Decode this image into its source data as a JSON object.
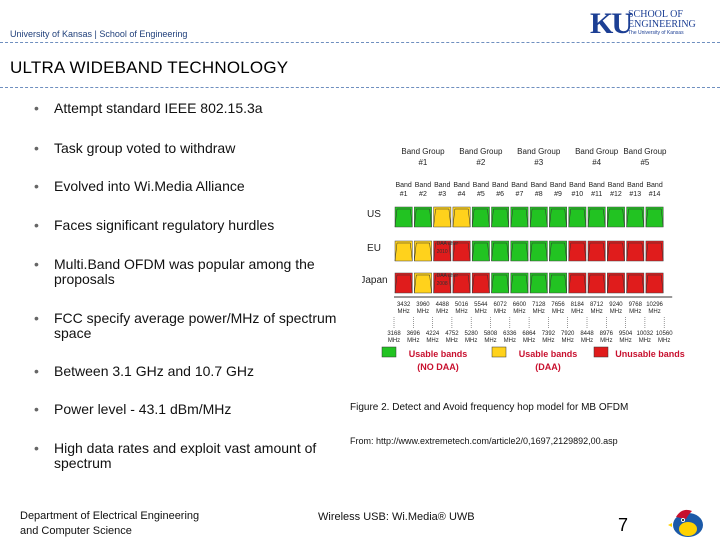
{
  "header": {
    "institution": "University of Kansas | School of Engineering",
    "logo_mark": "KU",
    "logo_line1": "SCHOOL OF",
    "logo_line2": "ENGINEERING",
    "logo_sub": "The University of Kansas"
  },
  "slide": {
    "title": "ULTRA WIDEBAND TECHNOLOGY",
    "bullets": [
      "Attempt standard IEEE 802.15.3a",
      "Task group voted to withdraw",
      "Evolved into Wi.Media Alliance",
      "Faces significant regulatory hurdles",
      "Multi.Band OFDM was popular among the proposals",
      "FCC specify average power/MHz of spectrum space",
      "Between 3.1 GHz and 10.7 GHz",
      "Power level - 43.1 dBm/MHz",
      "High data rates and exploit vast amount of spectrum"
    ]
  },
  "figure": {
    "band_groups": [
      "Band Group #1",
      "Band Group #2",
      "Band Group #3",
      "Band Group #4",
      "Band Group #5"
    ],
    "bands": [
      "Band #1",
      "Band #2",
      "Band #3",
      "Band #4",
      "Band #5",
      "Band #6",
      "Band #7",
      "Band #8",
      "Band #9",
      "Band #10",
      "Band #11",
      "Band #12",
      "Band #13",
      "Band #14"
    ],
    "regions": [
      "US",
      "EU",
      "Japan"
    ],
    "regulation_notes": [
      "DAA after 2010",
      "DAA after 2008"
    ],
    "center_freqs": [
      "3432 MHz",
      "3960 MHz",
      "4488 MHz",
      "5016 MHz",
      "5544 MHz",
      "6072 MHz",
      "6600 MHz",
      "7128 MHz",
      "7656 MHz",
      "8184 MHz",
      "8712 MHz",
      "9240 MHz",
      "9768 MHz",
      "10296 MHz"
    ],
    "edge_freqs": [
      "3168 MHz",
      "3696 MHz",
      "4224 MHz",
      "4752 MHz",
      "5280 MHz",
      "5808 MHz",
      "6336 MHz",
      "6864 MHz",
      "7392 MHz",
      "7920 MHz",
      "8448 MHz",
      "8976 MHz",
      "9504 MHz",
      "10032 MHz",
      "10560 MHz"
    ],
    "legend": [
      "Usable bands (NO DAA)",
      "Usable bands (DAA)",
      "Unusable bands"
    ],
    "colors": {
      "usable": "#22c322",
      "daa": "#ffd21c",
      "unusable": "#e01c1c",
      "background": "#ffffff"
    },
    "caption": "Figure 2. Detect and Avoid frequency hop model for MB OFDM",
    "source": "From: http://www.extremetech.com/article2/0,1697,2129892,00.asp"
  },
  "footer": {
    "department_line1": "Department of Electrical Engineering",
    "department_line2": "and Computer Science",
    "center": "Wireless USB: Wi.Media® UWB",
    "page": "7"
  }
}
